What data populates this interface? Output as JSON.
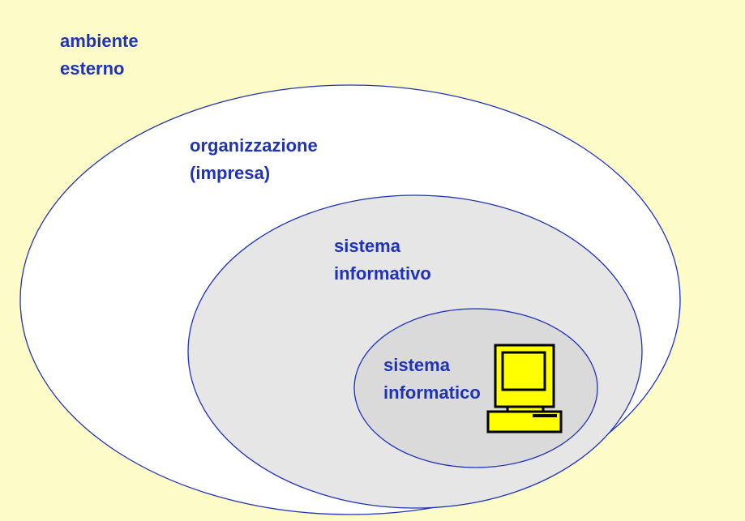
{
  "diagram": {
    "labels": {
      "ambiente": {
        "line1": "ambiente",
        "line2": "esterno"
      },
      "organizzazione": {
        "line1": "organizzazione",
        "line2": "(impresa)"
      },
      "sistema_informativo": {
        "line1": "sistema",
        "line2": "informativo"
      },
      "sistema_informatico": {
        "line1": "sistema",
        "line2": "informatico"
      }
    },
    "icons": [
      "computer-icon"
    ],
    "colors": {
      "background": "#fdfbc8",
      "outer_ellipse_fill": "#ffffff",
      "middle_ellipse_fill": "#e6e6e6",
      "inner_ellipse_fill": "#dadada",
      "ellipse_stroke": "#1f33b8",
      "text": "#1f33b8",
      "computer_fill": "#ffff00"
    }
  }
}
